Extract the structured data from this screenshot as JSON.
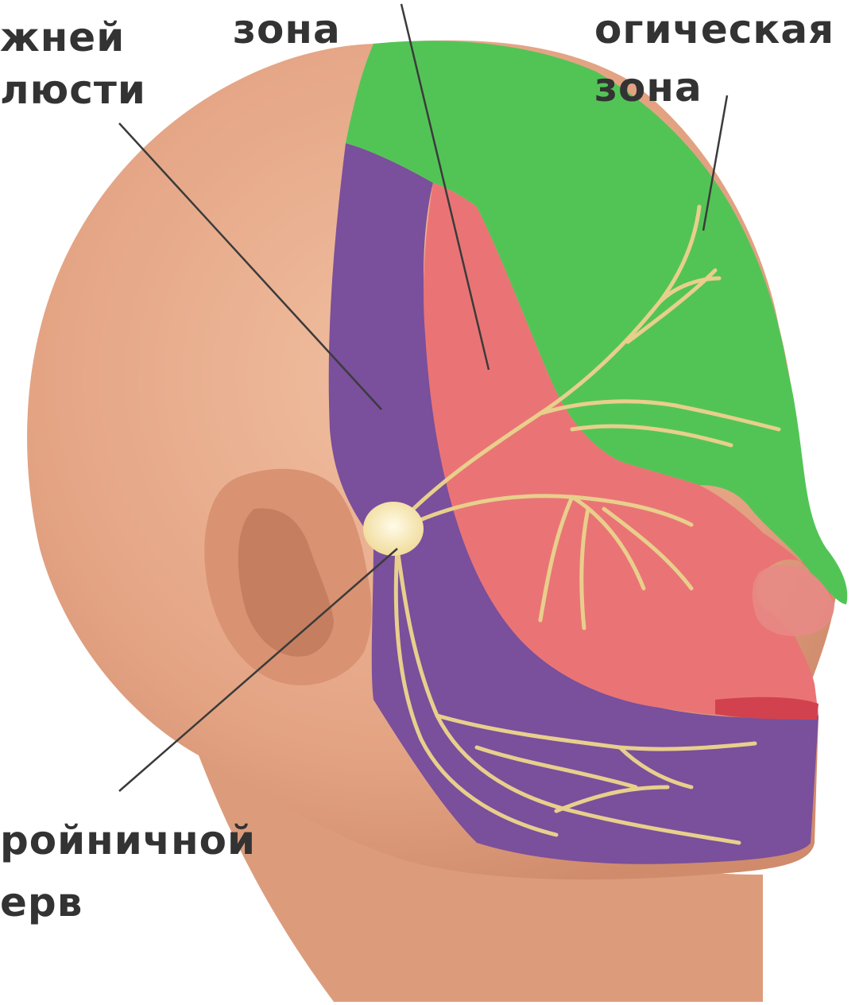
{
  "labels": {
    "mandibular_line1": "жней",
    "mandibular_line2": "люсти",
    "maxillary": "зона",
    "ophthalmic_line1": "огическая",
    "ophthalmic_line2": "зона",
    "trigeminal_line1": "ройничной",
    "trigeminal_line2": "ерв"
  },
  "colors": {
    "background": "#ffffff",
    "skin": "#e6a98a",
    "ophthalmic_zone": "#52c456",
    "maxillary_zone": "#ea7475",
    "mandibular_zone": "#7a4f9c",
    "nerve": "#e8cf8c",
    "ganglion": "#fbeec4",
    "leader_line": "#3b3b3b",
    "label_text": "#333333"
  },
  "icons": [
    "head-profile-illustration",
    "trigeminal-ganglion",
    "nerve-branches"
  ]
}
